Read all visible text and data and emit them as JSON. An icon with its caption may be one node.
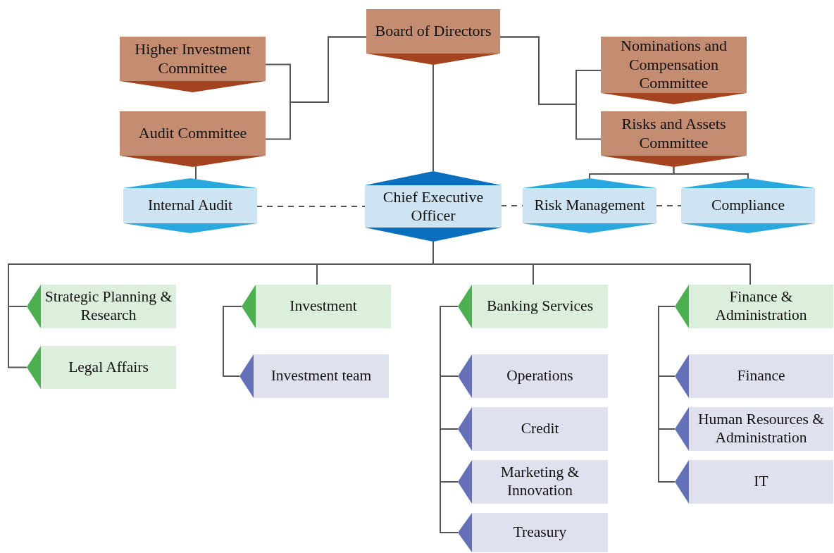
{
  "diagram": {
    "nodes": [
      {
        "text": [
          "Board of Directors"
        ]
      },
      {
        "text": [
          "Higher Investment Committee"
        ]
      },
      {
        "text": [
          "Audit Committee"
        ]
      },
      {
        "text": [
          "Nominations and Compensation Committee"
        ]
      },
      {
        "text": [
          "Risks and Assets Committee"
        ]
      },
      {
        "text": [
          "Internal Audit"
        ]
      },
      {
        "text": [
          "Chief Executive Officer"
        ]
      },
      {
        "text": [
          "Risk Management"
        ]
      },
      {
        "text": [
          "Compliance"
        ]
      },
      {
        "text": [
          "Strategic Planning & Research"
        ]
      },
      {
        "text": [
          "Legal Affairs"
        ]
      },
      {
        "text": [
          "Investment"
        ]
      },
      {
        "text": [
          "Investment team"
        ]
      },
      {
        "text": [
          "Banking Services"
        ]
      },
      {
        "text": [
          "Operations"
        ]
      },
      {
        "text": [
          "Credit"
        ]
      },
      {
        "text": [
          "Marketing & Innovation"
        ]
      },
      {
        "text": [
          "Treasury"
        ]
      },
      {
        "text": [
          "Finance & Administration"
        ]
      },
      {
        "text": [
          "Finance"
        ]
      },
      {
        "text": [
          "Human Resources & Administration"
        ]
      },
      {
        "text": [
          "IT"
        ]
      }
    ],
    "edges": [
      {
        "from": 0,
        "to": 1,
        "arrow": "none"
      },
      {
        "from": 0,
        "to": 2,
        "arrow": "none"
      },
      {
        "from": 0,
        "to": 3,
        "arrow": "none"
      },
      {
        "from": 0,
        "to": 4,
        "arrow": "none"
      },
      {
        "from": 0,
        "to": 6,
        "arrow": "none"
      },
      {
        "from": 2,
        "to": 5,
        "arrow": "none"
      },
      {
        "from": 4,
        "to": 7,
        "arrow": "none"
      },
      {
        "from": 4,
        "to": 8,
        "arrow": "none"
      },
      {
        "from": 5,
        "to": 6,
        "arrow": "none",
        "style": "dashed"
      },
      {
        "from": 6,
        "to": 7,
        "arrow": "none",
        "style": "dashed"
      },
      {
        "from": 7,
        "to": 8,
        "arrow": "none",
        "style": "dashed"
      },
      {
        "from": 6,
        "to": 9,
        "arrow": "none"
      },
      {
        "from": 6,
        "to": 10,
        "arrow": "none"
      },
      {
        "from": 6,
        "to": 11,
        "arrow": "none"
      },
      {
        "from": 11,
        "to": 12,
        "arrow": "none"
      },
      {
        "from": 6,
        "to": 13,
        "arrow": "none"
      },
      {
        "from": 13,
        "to": 14,
        "arrow": "none"
      },
      {
        "from": 13,
        "to": 15,
        "arrow": "none"
      },
      {
        "from": 13,
        "to": 16,
        "arrow": "none"
      },
      {
        "from": 13,
        "to": 17,
        "arrow": "none"
      },
      {
        "from": 6,
        "to": 18,
        "arrow": "none"
      },
      {
        "from": 18,
        "to": 19,
        "arrow": "none"
      },
      {
        "from": 18,
        "to": 20,
        "arrow": "none"
      },
      {
        "from": 18,
        "to": 21,
        "arrow": "none"
      }
    ]
  }
}
